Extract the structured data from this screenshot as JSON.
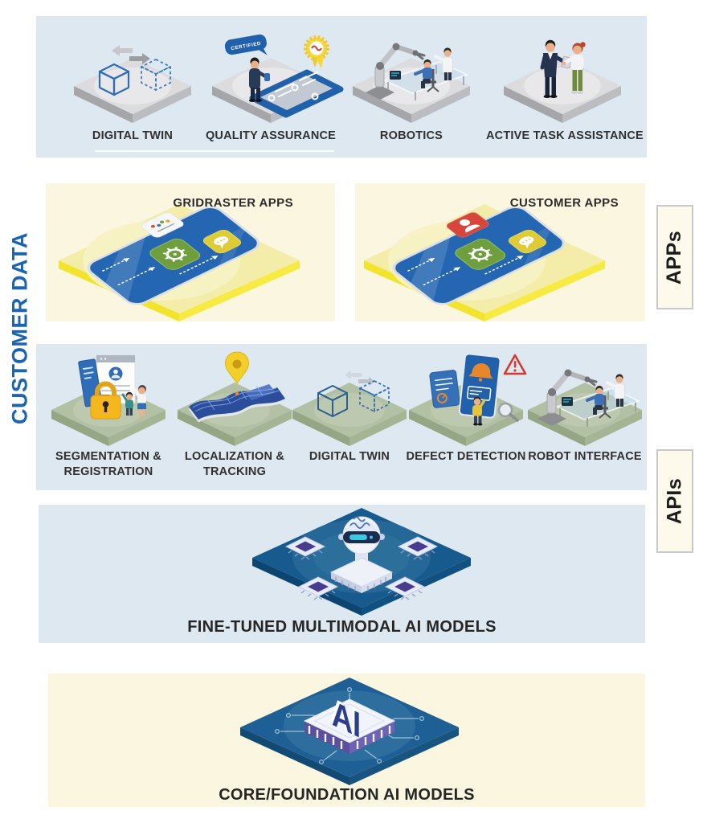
{
  "colors": {
    "band_blue": "#dde8f1",
    "band_cream": "#fbf6df",
    "side_label_box_bg": "#fdfaec",
    "side_label_box_border": "#c9c9c9",
    "customer_data_text": "#1a64b2",
    "label_text": "#303030",
    "platform_gray": "#dcdcdf",
    "platform_green": "#b2c0a3",
    "platform_yellow": "#f3eda9",
    "platform_dark_blue": "#175a8e",
    "phone_blue": "#2466b2"
  },
  "left_rail": {
    "label": "CUSTOMER DATA"
  },
  "side_labels": {
    "apps": "APPs",
    "apis": "APIs"
  },
  "application_row": {
    "items": [
      {
        "label": "DIGITAL TWIN",
        "icon": "digital-twin-cubes"
      },
      {
        "label": "QUALITY ASSURANCE",
        "icon": "qa-tablet-certified"
      },
      {
        "label": "ROBOTICS",
        "icon": "robot-arm-workcell"
      },
      {
        "label": "ACTIVE TASK ASSISTANCE",
        "icon": "people-assisting"
      }
    ]
  },
  "apps_row": {
    "panels": [
      {
        "label": "GRIDRASTER APPS",
        "icon": "smartphone-app-tiles"
      },
      {
        "label": "CUSTOMER APPS",
        "icon": "smartphone-app-tiles"
      }
    ]
  },
  "api_row": {
    "items": [
      {
        "label": "SEGMENTATION & REGISTRATION",
        "icon": "secure-documents-lock"
      },
      {
        "label": "LOCALIZATION & TRACKING",
        "icon": "map-location-pin"
      },
      {
        "label": "DIGITAL TWIN",
        "icon": "digital-twin-cubes"
      },
      {
        "label": "DEFECT DETECTION",
        "icon": "defect-screens-alert"
      },
      {
        "label": "ROBOT INTERFACE",
        "icon": "robot-arm-workcell"
      }
    ]
  },
  "finetuned_row": {
    "label": "FINE-TUNED MULTIMODAL AI MODELS",
    "icon": "robot-head-on-chips"
  },
  "foundation_row": {
    "label": "CORE/FOUNDATION AI MODELS",
    "icon": "ai-chip-circuit"
  },
  "illustrations": {
    "certified_text": "CERTIFIED",
    "ai_text": "AI"
  }
}
